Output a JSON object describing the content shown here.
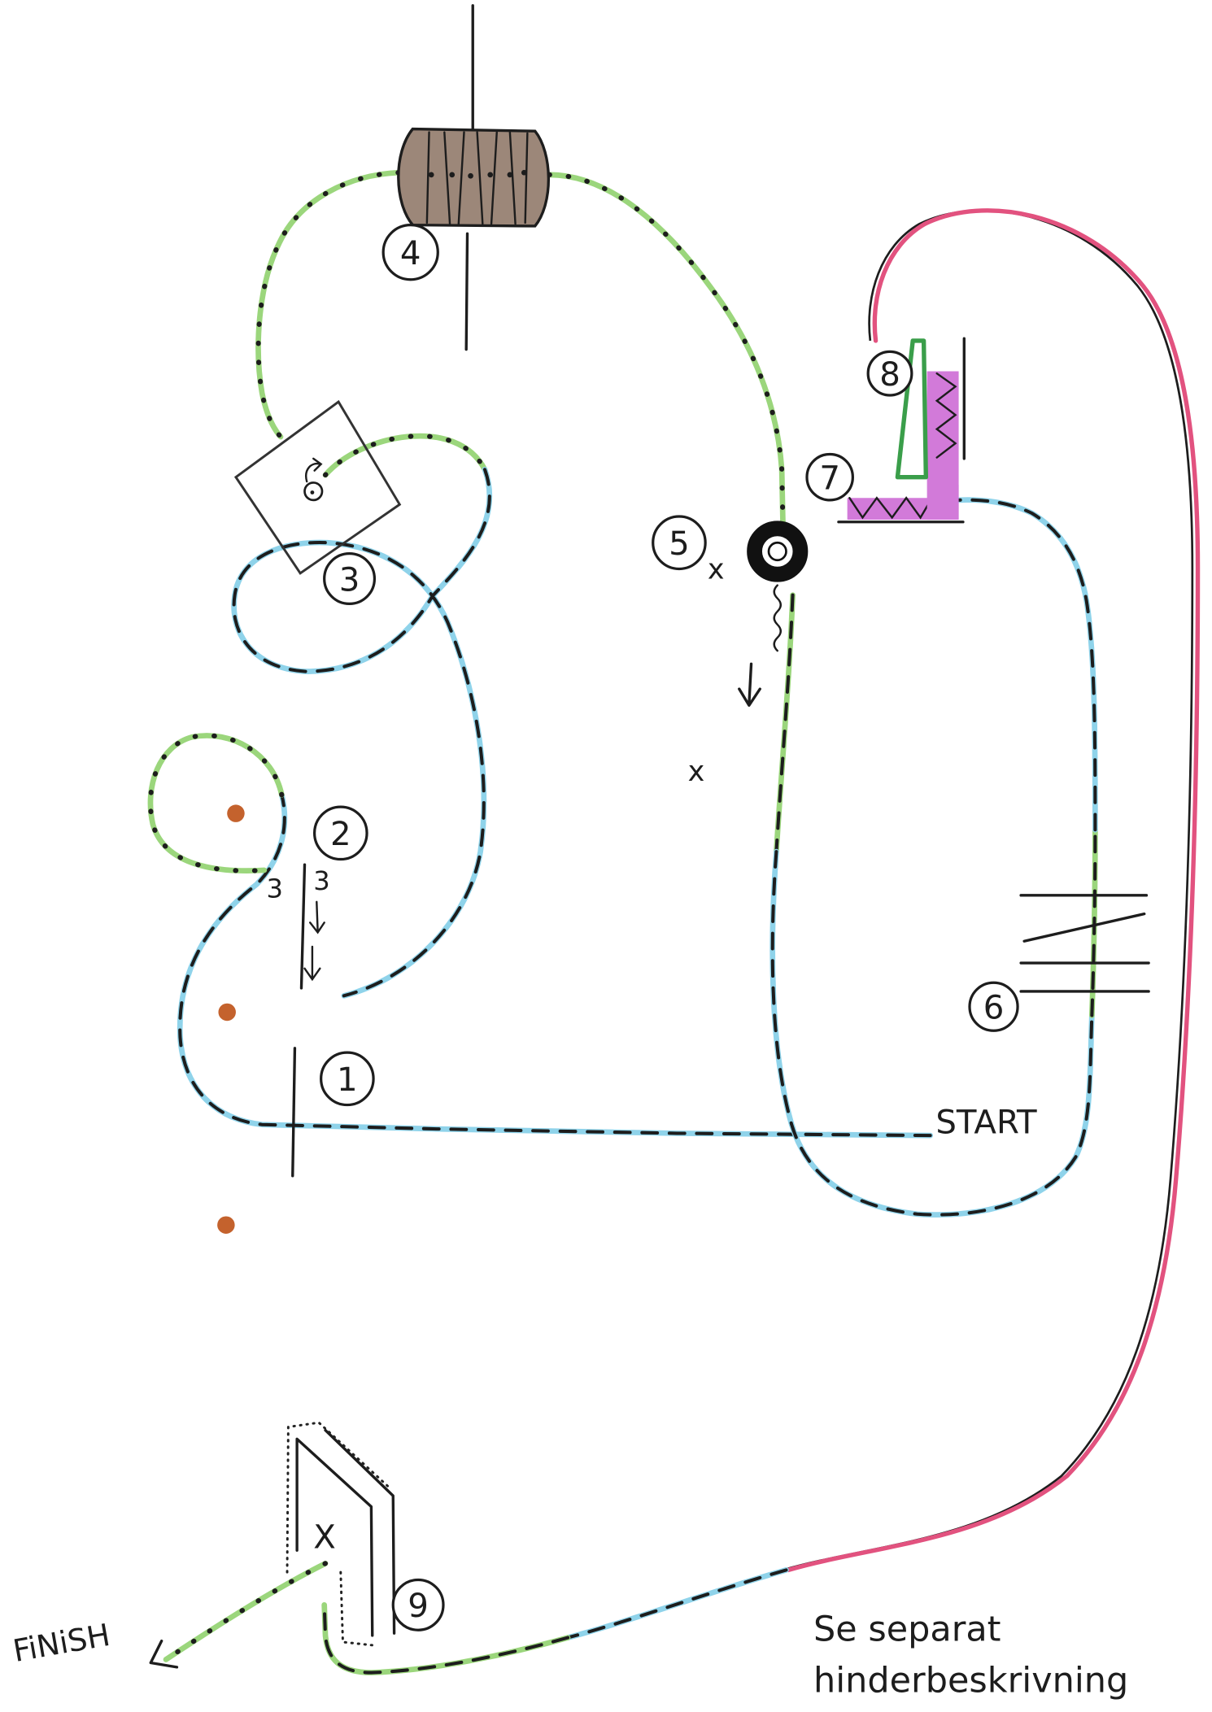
{
  "course": {
    "start_label": "START",
    "finish_label": "FiNiSH",
    "note_line_1": "Se separat",
    "note_line_2": "hinderbeskrivning"
  },
  "obstacles": [
    {
      "number": "1"
    },
    {
      "number": "2",
      "marks": [
        "3",
        "3"
      ]
    },
    {
      "number": "3",
      "icon": "turn-arrow-icon"
    },
    {
      "number": "4",
      "icon": "tunnel-icon"
    },
    {
      "number": "5",
      "mark": "x",
      "icon": "tire-ring-icon"
    },
    {
      "number": "6"
    },
    {
      "number": "7"
    },
    {
      "number": "8"
    },
    {
      "number": "9",
      "mark": "X"
    }
  ],
  "free_marks": [
    "x"
  ],
  "colors": {
    "route_green": "#9bd67c",
    "route_blue": "#8fd3ea",
    "route_pink": "#e2527f",
    "obstacle_magenta": "#d27ad9",
    "tunnel_brown": "#9c8779",
    "pole_orange": "#c4622d"
  }
}
